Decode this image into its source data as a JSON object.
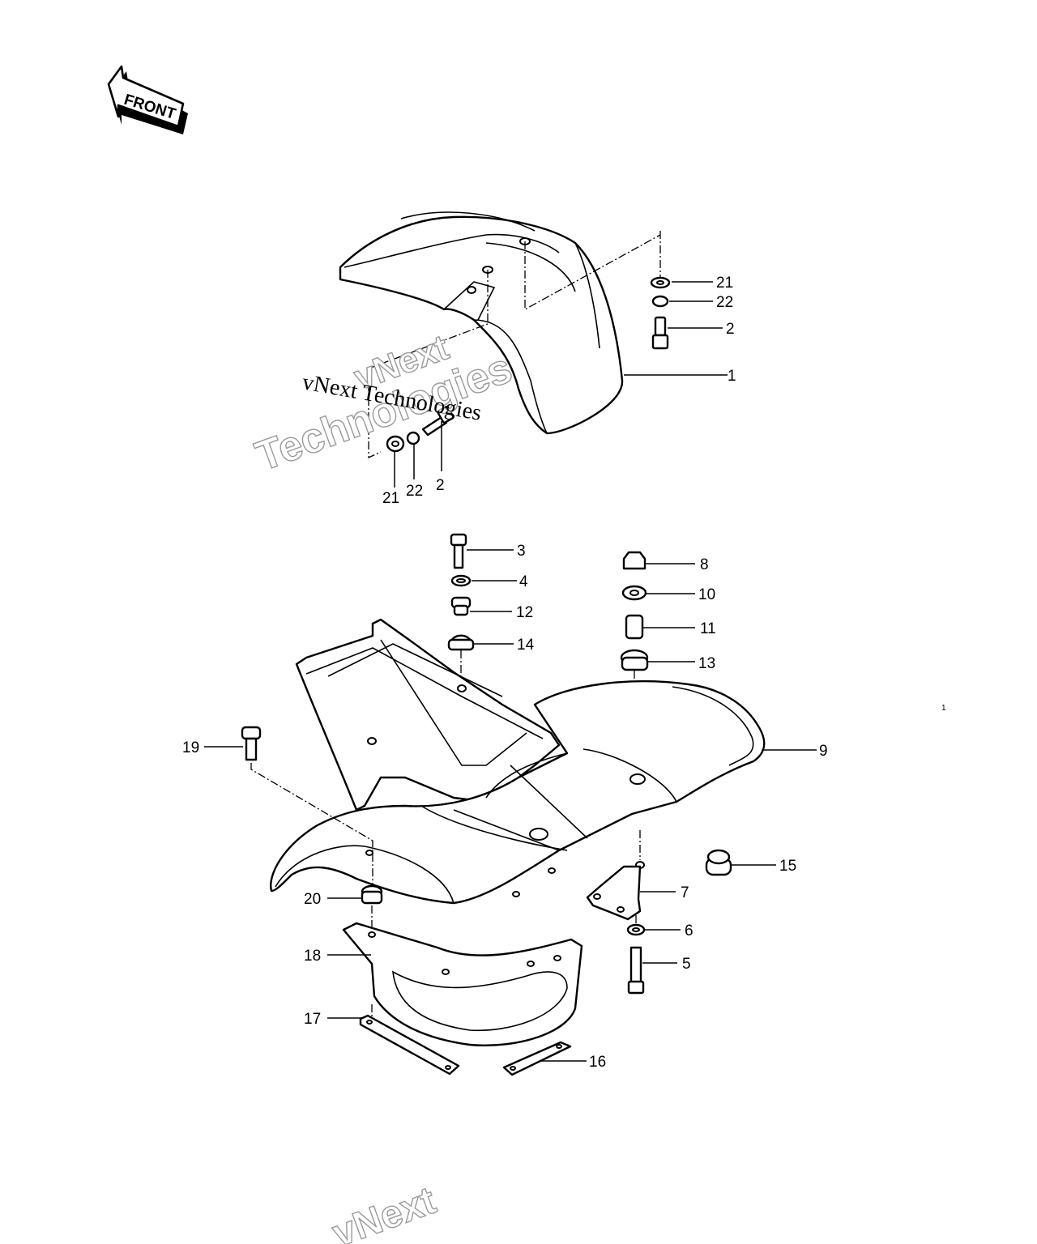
{
  "front_arrow": {
    "label": "FRONT"
  },
  "watermarks": {
    "serif_text": "vNext Technologies",
    "outline_word_1": "vNext",
    "outline_word_2": "Technologies",
    "bottom_word": "vNext"
  },
  "stray_mark": "1",
  "callouts": [
    {
      "id": "c1",
      "label": "1"
    },
    {
      "id": "c2a",
      "label": "2"
    },
    {
      "id": "c2b",
      "label": "2"
    },
    {
      "id": "c3",
      "label": "3"
    },
    {
      "id": "c4",
      "label": "4"
    },
    {
      "id": "c5",
      "label": "5"
    },
    {
      "id": "c6",
      "label": "6"
    },
    {
      "id": "c7",
      "label": "7"
    },
    {
      "id": "c8",
      "label": "8"
    },
    {
      "id": "c9",
      "label": "9"
    },
    {
      "id": "c10",
      "label": "10"
    },
    {
      "id": "c11",
      "label": "11"
    },
    {
      "id": "c12",
      "label": "12"
    },
    {
      "id": "c13",
      "label": "13"
    },
    {
      "id": "c14",
      "label": "14"
    },
    {
      "id": "c15",
      "label": "15"
    },
    {
      "id": "c16",
      "label": "16"
    },
    {
      "id": "c17",
      "label": "17"
    },
    {
      "id": "c18",
      "label": "18"
    },
    {
      "id": "c19",
      "label": "19"
    },
    {
      "id": "c20",
      "label": "20"
    },
    {
      "id": "c21a",
      "label": "21"
    },
    {
      "id": "c21b",
      "label": "21"
    },
    {
      "id": "c22a",
      "label": "22"
    },
    {
      "id": "c22b",
      "label": "22"
    }
  ]
}
